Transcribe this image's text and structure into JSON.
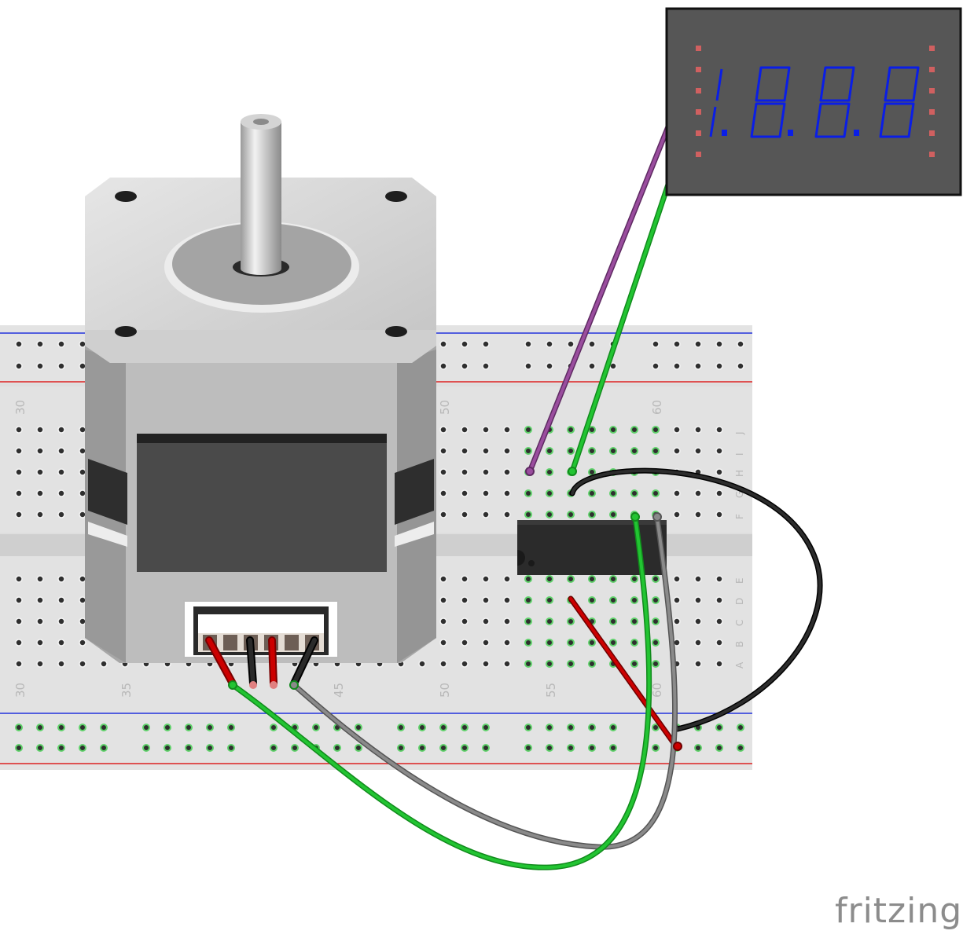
{
  "breadboard": {
    "top_column_labels": [
      "30",
      "50",
      "60"
    ],
    "bottom_column_labels": [
      "30",
      "35",
      "45",
      "50",
      "55",
      "60"
    ],
    "upper_row_labels": [
      "J",
      "I",
      "H",
      "G",
      "F"
    ],
    "lower_row_labels": [
      "E",
      "D",
      "C",
      "B",
      "A"
    ]
  },
  "display": {
    "digits": "1.8.8.8"
  },
  "brand": "fritzing",
  "colors": {
    "wire_purple": "#9a4d9e",
    "wire_green": "#22c432",
    "wire_black": "#222222",
    "wire_gray": "#8a8a8a",
    "wire_red": "#cc0000",
    "segment_blue": "#0a1ee6",
    "display_body": "#565656"
  }
}
